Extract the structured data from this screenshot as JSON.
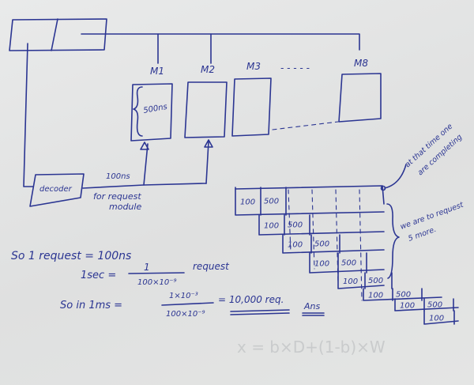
{
  "colors": {
    "ink": "#2b3592",
    "paper": "#e6e7e7"
  },
  "modules": [
    "M1",
    "M2",
    "M3",
    "M8"
  ],
  "module_gap": "- - - - -",
  "m1_access_time": "500ns",
  "decoder_label": "decoder",
  "decoder_time": "100ns",
  "decoder_caption": [
    "for request",
    "module"
  ],
  "pipeline": {
    "rows": [
      {
        "request": "100",
        "access": "500"
      },
      {
        "request": "100",
        "access": "500"
      },
      {
        "request": "100",
        "access": "500"
      },
      {
        "request": "100",
        "access": "500"
      },
      {
        "request": "100",
        "access": "500"
      },
      {
        "request": "100",
        "access": "500"
      },
      {
        "request": "100",
        "access": "500"
      },
      {
        "request": "100",
        "access": ""
      }
    ],
    "note_top": [
      "at that time one",
      "are completing"
    ],
    "note_brace": [
      "we are to request",
      "5 more."
    ]
  },
  "math": {
    "line1": "So   1 request = 100ns",
    "line2_lhs": "1sec =",
    "line2_num": "1",
    "line2_den": "100×10⁻⁹",
    "line2_unit": "request",
    "line3_lhs": "So in 1ms =",
    "line3_num": "1×10⁻³",
    "line3_den": "100×10⁻⁹",
    "line3_result": "= 10,000 req.",
    "answer": "Ans"
  }
}
